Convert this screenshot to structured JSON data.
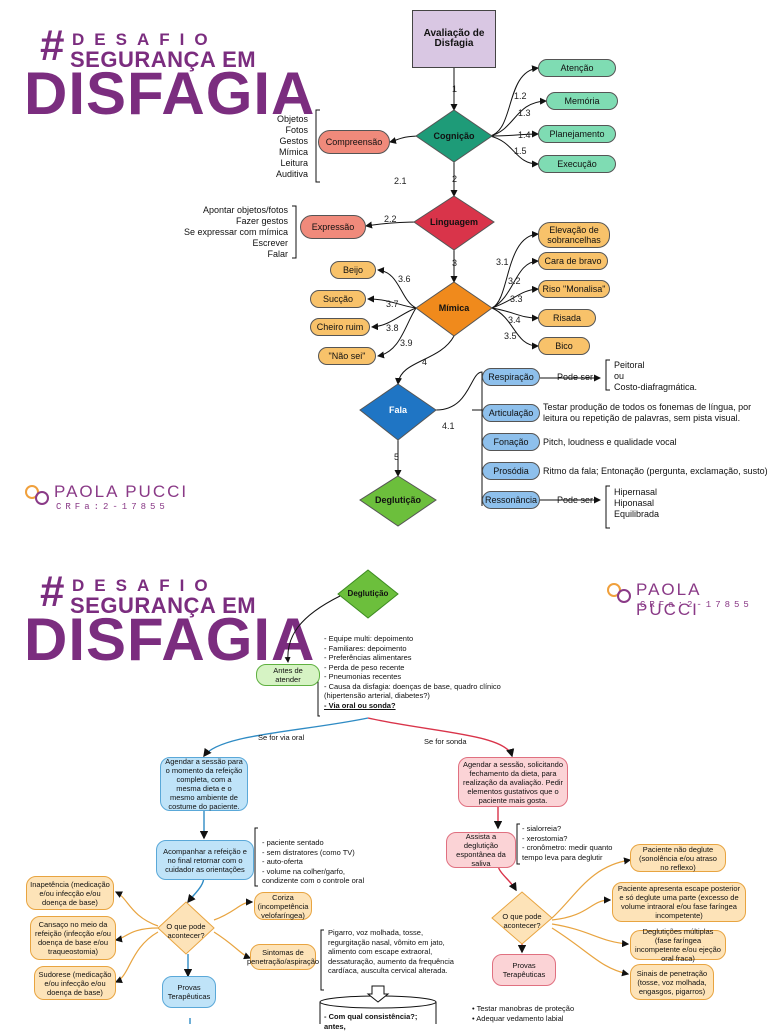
{
  "brand": {
    "hash": "#",
    "desafio": "DESAFIO",
    "seguranca": "SEGURANÇA EM",
    "disfagia": "DISFAGIA"
  },
  "author": {
    "name": "PAOLA PUCCI",
    "crfa": "CRFa:2-17855"
  },
  "colors": {
    "brand": "#7b2d7f",
    "cognicao": "#1e9b78",
    "linguagem": "#d9344a",
    "mimica": "#f08a1c",
    "fala": "#1f75c4",
    "degluticao": "#6cbf3c"
  },
  "page1": {
    "start": "Avaliação de Disfagia",
    "diamonds": {
      "cognicao": "Cognição",
      "linguagem": "Linguagem",
      "mimica": "Mímica",
      "fala": "Fala",
      "degluticao": "Deglutição"
    },
    "edge_numbers": {
      "e1": "1",
      "e12": "1.2",
      "e13": "1.3",
      "e14": "1.4",
      "e15": "1.5",
      "e2": "2",
      "e21": "2.1",
      "e22": "2.2",
      "e3": "3",
      "e31": "3.1",
      "e32": "3.2",
      "e33": "3.3",
      "e34": "3.4",
      "e35": "3.5",
      "e36": "3.6",
      "e37": "3.7",
      "e38": "3.8",
      "e39": "3.9",
      "e4": "4",
      "e41": "4.1",
      "e5": "5"
    },
    "cognicao_items": [
      "Atenção",
      "Memória",
      "Planejamento",
      "Execução"
    ],
    "compreensao": {
      "label": "Compreensão",
      "items": [
        "Objetos",
        "Fotos",
        "Gestos",
        "Mímica",
        "Leitura",
        "Auditiva"
      ]
    },
    "expressao": {
      "label": "Expressão",
      "items": [
        "Apontar objetos/fotos",
        "Fazer gestos",
        "Se expressar com mímica",
        "Escrever",
        "Falar"
      ]
    },
    "mimica_right": [
      "Elevação de sobrancelhas",
      "Cara de bravo",
      "Riso \"Monalisa\"",
      "Risada",
      "Bico"
    ],
    "mimica_left": [
      "Beijo",
      "Sucção",
      "Cheiro ruim",
      "\"Não sei\""
    ],
    "fala_items": [
      {
        "label": "Respiração",
        "extra": "Pode ser",
        "detail": [
          "Peitoral",
          "ou",
          "Costo-diafragmática."
        ]
      },
      {
        "label": "Articulação",
        "detail": [
          "Testar produção de todos os fonemas de língua, por",
          "leitura ou repetição de palavras, sem pista visual."
        ]
      },
      {
        "label": "Fonação",
        "detail": [
          "Pitch, loudness e qualidade vocal"
        ]
      },
      {
        "label": "Prosódia",
        "detail": [
          "Ritmo da fala; Entonação (pergunta, exclamação, susto)"
        ]
      },
      {
        "label": "Ressonância",
        "extra": "Pode ser",
        "detail": [
          "Hipernasal",
          "Hiponasal",
          "Equilibrada"
        ]
      }
    ]
  },
  "page2": {
    "top": "Deglutição",
    "antes": "Antes de atender",
    "antes_list": [
      "- Equipe multi: depoimento",
      "- Familiares: depoimento",
      "- Preferências alimentares",
      "- Perda de peso recente",
      "- Pneumonias recentes",
      "- Causa da disfagia: doenças de base, quadro clínico",
      "(hipertensão arterial, diabetes?)",
      "- Via oral ou sonda?"
    ],
    "via_oral": "Se for via oral",
    "sonda": "Se for sonda",
    "left_agendar": "Agendar a sessão para o momento da refeição completa, com a mesma dieta e o mesmo ambiente de costume do paciente.",
    "left_acompanhar": "Acompanhar a refeição e no final retornar com o cuidador as orientações",
    "left_acompanhar_list": [
      "- paciente sentado",
      "- sem distratores (como TV)",
      "- auto-oferta",
      "- volume na colher/garfo,",
      "condizente com o controle oral"
    ],
    "left_oque": "O que pode acontecer?",
    "left_outcomes": [
      "Inapetência (medicação e/ou infecção e/ou doença de base)",
      "Cansaço no meio da refeição (infecção e/ou doença de base e/ou traqueostomia)",
      "Sudorese (medicação e/ou infecção e/ou doença de base)"
    ],
    "coriza": "Coriza (incompetência velofaríngea)",
    "sintomas": "Sintomas de penetração/aspiração",
    "sintomas_text": "Pigarro, voz molhada, tosse, regurgitação nasal, vômito em jato, alimento com escape extraoral, dessaturação, aumento da frequência cardíaca, ausculta cervical alterada.",
    "provas": "Provas Terapêuticas",
    "cem": "- Com qual consistência?; antes,",
    "right_agendar": "Agendar a sessão, solicitando fechamento da dieta, para realização da avaliação. Pedir elementos gustativos que o paciente mais gosta.",
    "right_assista": "Assista a deglutição espontânea da saliva",
    "right_assista_list": [
      "- sialorreia?",
      "- xerostomia?",
      "- cronômetro: medir quanto",
      "tempo leva para deglutir"
    ],
    "right_oque": "O que pode acontecer?",
    "right_outcomes": [
      "Paciente não deglute (sonolência e/ou atraso no reflexo)",
      "Paciente apresenta escape posterior e só deglute uma parte (excesso de volume intraoral e/ou fase faríngea incompetente)",
      "Deglutições múltiplas (fase faríngea incompetente e/ou ejeção oral fraca)",
      "Sinais de penetração (tosse, voz molhada, engasgos, pigarros)"
    ],
    "right_provas": "Provas Terapêuticas",
    "right_provas_list": [
      "• Testar manobras de proteção",
      "• Adequar vedamento labial"
    ]
  }
}
